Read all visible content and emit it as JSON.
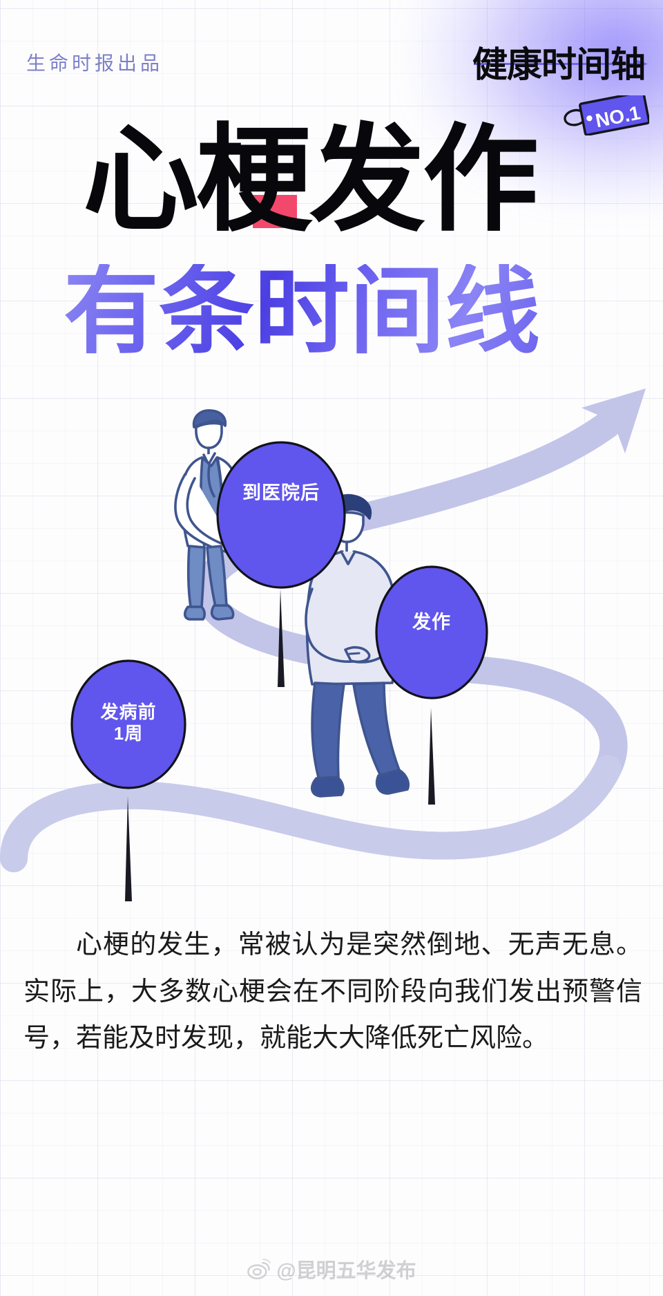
{
  "meta": {
    "brand_line": "生命时报出品",
    "series_title": "健康时间轴",
    "series_badge": "NO.1"
  },
  "title": {
    "main": "心梗发作",
    "sub": "有条时间线"
  },
  "timeline": {
    "pins": [
      {
        "id": "before",
        "label": "发病前\n1周",
        "label_line1": "发病前",
        "label_line2": "1周"
      },
      {
        "id": "onset",
        "label": "发作"
      },
      {
        "id": "hospital",
        "label": "到医院后"
      }
    ]
  },
  "body": {
    "paragraph": "心梗的发生，常被认为是突然倒地、无声无息。实际上，大多数心梗会在不同阶段向我们发出预警信号，若能及时发现，就能大大降低死亡风险。"
  },
  "watermark": {
    "handle": "@昆明五华发布",
    "icon": "weibo-eye-icon"
  },
  "colors": {
    "pin_fill": "#6055EC",
    "ribbon": "#c2c4e8",
    "brand_text": "#7c7fc8",
    "accent_red": "#f2486b",
    "title_dark": "#08080c",
    "sub_gradient_from": "#8b86f2",
    "sub_gradient_to": "#4b3fe3",
    "figure_blue": "#4a63a8",
    "glow": "#6858f8"
  }
}
